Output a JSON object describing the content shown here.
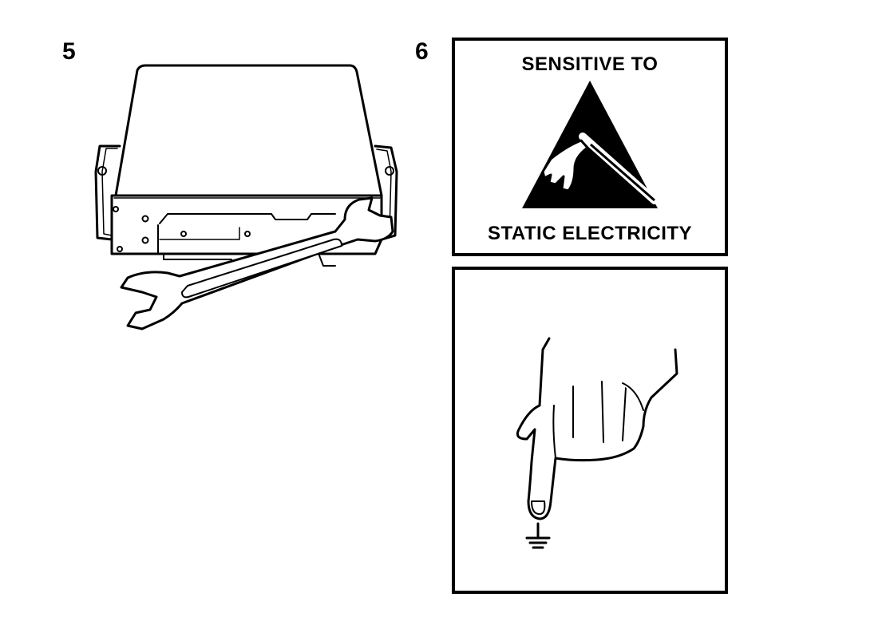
{
  "steps": [
    {
      "number": "5"
    },
    {
      "number": "6"
    }
  ],
  "warning_sign": {
    "line1": "SENSITIVE TO",
    "line2": "STATIC ELECTRICITY",
    "icon": "esd-warning-icon"
  },
  "ground_panel": {
    "icon": "grounding-hand-icon"
  },
  "illustration": {
    "icon": "radio-unit-with-wrench"
  }
}
